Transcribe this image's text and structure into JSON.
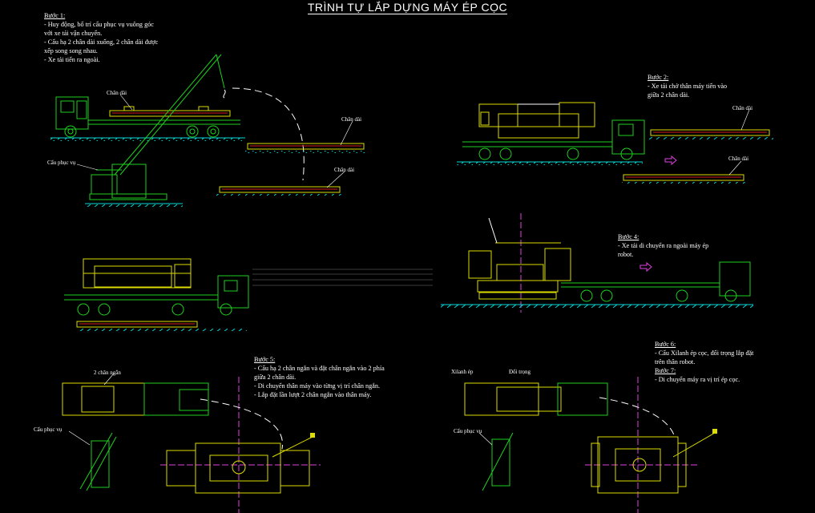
{
  "title": "TRÌNH TỰ LẮP DỰNG MÁY ÉP CỌC",
  "steps": {
    "s1": {
      "heading": "Bước 1:",
      "lines": [
        "- Huy động, bố trí cẩu phục vụ vuông góc",
        "với xe tải vận chuyển.",
        "- Cẩu hạ 2 chân dài xuống, 2 chân dài được",
        "xếp song song nhau.",
        "- Xe tải tiến ra ngoài."
      ]
    },
    "s2": {
      "heading": "Bước 2:",
      "lines": [
        "- Xe tải chở thân máy tiến vào",
        "giữa 2 chân dài."
      ]
    },
    "s4": {
      "heading": "Bước 4:",
      "lines": [
        "- Xe tải di chuyển ra ngoài máy ép",
        "robot."
      ]
    },
    "s5": {
      "heading": "Bước 5:",
      "lines": [
        "- Cẩu hạ 2 chân ngắn và đặt chân ngắn vào 2 phía",
        "giữa 2 chân dài.",
        "- Di chuyển thân máy vào từng vị trí chân ngắn.",
        "- Lắp đặt lần lượt 2 chân ngắn vào thân máy."
      ]
    },
    "s6": {
      "heading": "Bước 6:",
      "lines": [
        "- Cẩu Xilanh ép cọc, đối trọng lắp đặt",
        "trên thân robot."
      ]
    },
    "s7": {
      "heading": "Bước 7:",
      "lines": [
        "- Di chuyển máy ra vị trí ép cọc."
      ]
    }
  },
  "labels": {
    "chan_dai": "Chân dài",
    "cau_phuc_vu": "Cẩu phục vụ",
    "hai_chan_ngan": "2 chân ngắn",
    "xilanh_ep": "Xilanh ép",
    "doi_trong": "Đối trọng"
  }
}
